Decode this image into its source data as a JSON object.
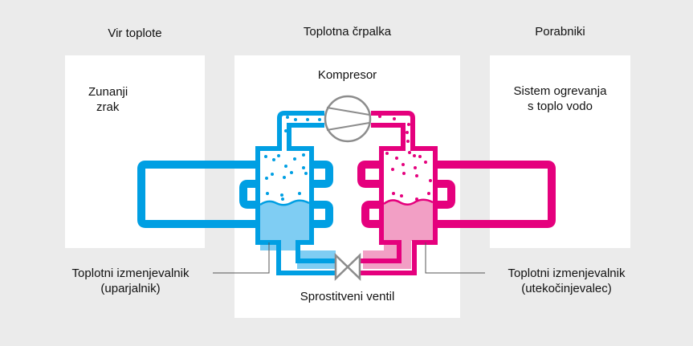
{
  "title": "Toplotna črpalka",
  "columns": {
    "source": {
      "header": "Vir toplote",
      "content_line1": "Zunanji",
      "content_line2": "zrak"
    },
    "pump": {
      "header": "Toplotna črpalka",
      "compressor": "Kompresor",
      "valve": "Sprostitveni ventil"
    },
    "consumers": {
      "header": "Porabniki",
      "content_line1": "Sistem ogrevanja",
      "content_line2": "s toplo vodo"
    }
  },
  "callouts": {
    "evaporator": {
      "line1": "Toplotni izmenjevalnik",
      "line2": "(uparjalnik)"
    },
    "condenser": {
      "line1": "Toplotni izmenjevalnik",
      "line2": "(utekočinjevalec)"
    }
  },
  "colors": {
    "background": "#ebebeb",
    "panel": "#ffffff",
    "cold": "#009fe3",
    "cold_fill": "#7fcdf3",
    "hot": "#e5007d",
    "hot_fill": "#f29fc5",
    "device": "#8c8c8c"
  }
}
